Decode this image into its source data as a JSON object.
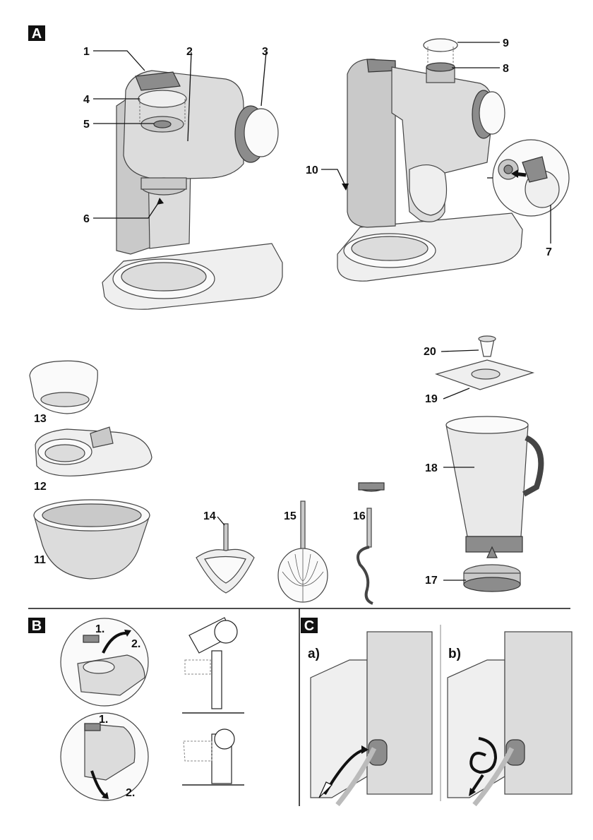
{
  "sections": {
    "a": "A",
    "b": "B",
    "c": "C"
  },
  "part_numbers": {
    "p1": "1",
    "p2": "2",
    "p3": "3",
    "p4": "4",
    "p5": "5",
    "p6": "6",
    "p7": "7",
    "p8": "8",
    "p9": "9",
    "p10": "10",
    "p11": "11",
    "p12": "12",
    "p13": "13",
    "p14": "14",
    "p15": "15",
    "p16": "16",
    "p17": "17",
    "p18": "18",
    "p19": "19",
    "p20": "20"
  },
  "steps": {
    "b_top_1": "1.",
    "b_top_2": "2.",
    "b_bot_1": "1.",
    "b_bot_2": "2."
  },
  "sub_labels": {
    "a": "a)",
    "b": "b)"
  }
}
